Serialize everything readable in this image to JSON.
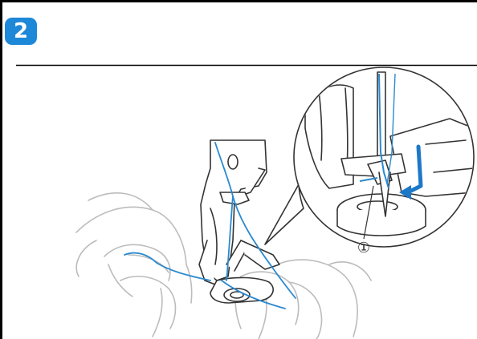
{
  "step": {
    "number": "2"
  },
  "callout": {
    "label": "①"
  },
  "colors": {
    "badge": "#1e88d8",
    "thread": "#2a8ad0",
    "line_art": "#333333",
    "hand": "#bcbcbc"
  },
  "icons": {
    "step": "step-number-badge",
    "illustration": "needle-threading-illustration",
    "callout": "numbered-callout"
  }
}
